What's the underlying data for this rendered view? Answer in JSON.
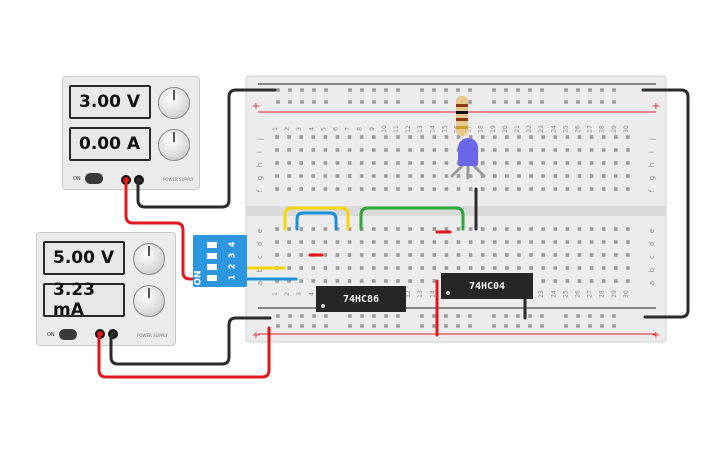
{
  "supply_top": {
    "voltage": "3.00 V",
    "current": "0.00 A",
    "switch_label": "ON",
    "brand": "POWER SUPPLY"
  },
  "supply_bottom": {
    "voltage": "5.00 V",
    "current": "3.23 mA",
    "switch_label": "ON",
    "brand": "POWER SUPPLY"
  },
  "chips": {
    "xor": "74HC86",
    "inverter": "74HC04"
  },
  "dip_switch": {
    "numbers": [
      "1",
      "2",
      "3",
      "4"
    ],
    "on_label": "ON"
  },
  "breadboard": {
    "columns": [
      "1",
      "2",
      "3",
      "4",
      "5",
      "6",
      "7",
      "8",
      "9",
      "10",
      "11",
      "12",
      "13",
      "14",
      "15",
      "16",
      "17",
      "18",
      "19",
      "20",
      "21",
      "22",
      "23",
      "24",
      "25",
      "26",
      "27",
      "28",
      "29",
      "30"
    ],
    "rows_top": [
      "j",
      "i",
      "h",
      "g",
      "f"
    ],
    "rows_bottom": [
      "e",
      "d",
      "c",
      "b",
      "a"
    ],
    "plus": "+",
    "minus": "−"
  },
  "colors": {
    "red_wire": "#e0171d",
    "black_wire": "#2b2b2b",
    "yellow_wire": "#f5d60a",
    "blue_wire": "#1b8fd8",
    "green_wire": "#2ea83a",
    "board": "#ececec",
    "rail_red": "#d9272e",
    "dip_body": "#2c97de",
    "led": "#6b66e8"
  }
}
